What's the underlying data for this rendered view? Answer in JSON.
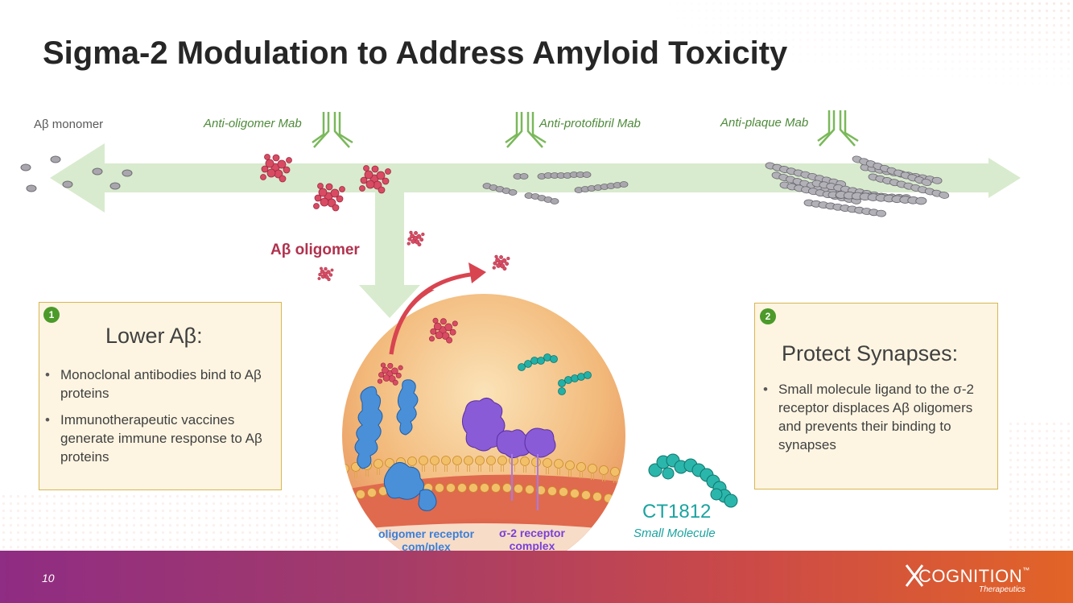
{
  "title": "Sigma-2 Modulation to Address Amyloid Toxicity",
  "pathway": {
    "monomer_label": "Aβ monomer",
    "anti_oligomer_label": "Anti-oligomer  Mab",
    "anti_protofibril_label": "Anti-protofibril  Mab",
    "anti_plaque_label": "Anti-plaque  Mab",
    "oligomer_label": "Aβ oligomer"
  },
  "box1": {
    "badge": "1",
    "title": "Lower Aβ:",
    "bullets": [
      "Monoclonal antibodies bind to Aβ proteins",
      "Immunotherapeutic vaccines generate immune response to Aβ proteins"
    ]
  },
  "box2": {
    "badge": "2",
    "title": "Protect Synapses:",
    "bullets": [
      "Small molecule ligand to the σ-2 receptor displaces Aβ oligomers and prevents their binding to synapses"
    ]
  },
  "circle": {
    "oligomer_receptor_label_line1": "oligomer receptor",
    "oligomer_receptor_label_line2": "com/plex",
    "sigma2_label_line1": "σ-2 receptor",
    "sigma2_label_line2": "complex"
  },
  "drug": {
    "name": "CT1812",
    "subtitle": "Small Molecule"
  },
  "footer": {
    "page_number": "10",
    "logo_text": "COGNITION",
    "logo_tm": "™",
    "logo_sub": "Therapeutics"
  },
  "colors": {
    "arrow": "#d8ebce",
    "oligomer": "#d84b63",
    "accent_green": "#4c9a2a",
    "teal": "#1aa3a0"
  }
}
